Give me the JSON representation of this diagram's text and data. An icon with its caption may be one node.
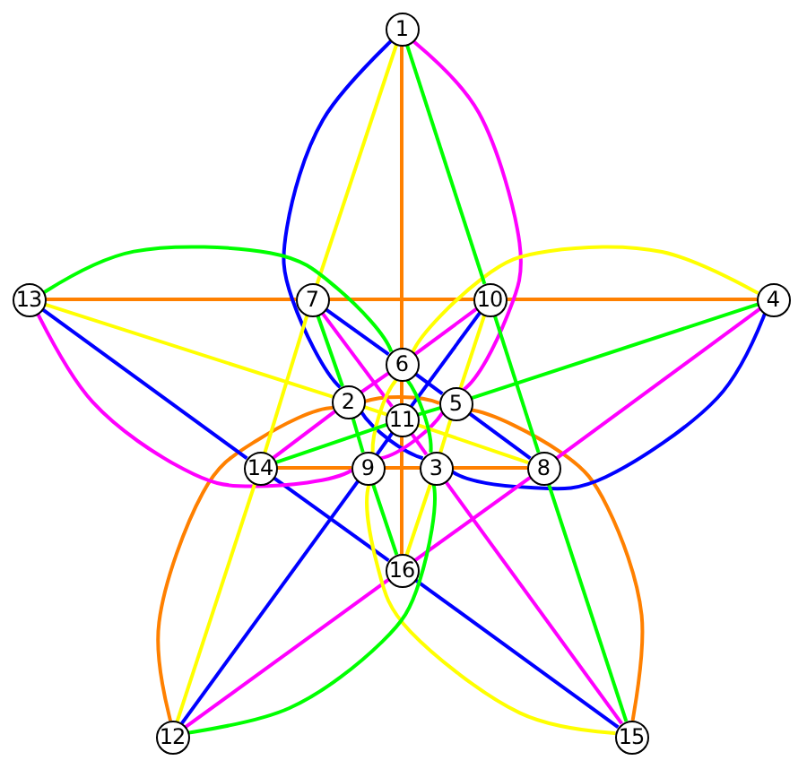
{
  "diagram": {
    "nodes": [
      {
        "text": [
          "1"
        ]
      },
      {
        "text": [
          "2"
        ]
      },
      {
        "text": [
          "3"
        ]
      },
      {
        "text": [
          "4"
        ]
      },
      {
        "text": [
          "5"
        ]
      },
      {
        "text": [
          "6"
        ]
      },
      {
        "text": [
          "7"
        ]
      },
      {
        "text": [
          "8"
        ]
      },
      {
        "text": [
          "9"
        ]
      },
      {
        "text": [
          "10"
        ]
      },
      {
        "text": [
          "11"
        ]
      },
      {
        "text": [
          "12"
        ]
      },
      {
        "text": [
          "13"
        ]
      },
      {
        "text": [
          "14"
        ]
      },
      {
        "text": [
          "15"
        ]
      },
      {
        "text": [
          "16"
        ]
      }
    ],
    "edges": [
      {
        "from": 0,
        "to": 5,
        "arrow": "none",
        "color": "#ff8000"
      },
      {
        "from": 5,
        "to": 10,
        "arrow": "none",
        "color": "#ff8000"
      },
      {
        "from": 10,
        "to": 15,
        "arrow": "none",
        "color": "#ff8000"
      },
      {
        "from": 12,
        "to": 6,
        "arrow": "none",
        "color": "#ff8000"
      },
      {
        "from": 6,
        "to": 9,
        "arrow": "none",
        "color": "#ff8000"
      },
      {
        "from": 9,
        "to": 3,
        "arrow": "none",
        "color": "#ff8000"
      },
      {
        "from": 13,
        "to": 8,
        "arrow": "none",
        "color": "#ff8000"
      },
      {
        "from": 8,
        "to": 2,
        "arrow": "none",
        "color": "#ff8000"
      },
      {
        "from": 2,
        "to": 7,
        "arrow": "none",
        "color": "#ff8000"
      },
      {
        "from": 14,
        "to": 4,
        "arrow": "none",
        "color": "#ff8000"
      },
      {
        "from": 4,
        "to": 1,
        "arrow": "none",
        "color": "#ff8000"
      },
      {
        "from": 1,
        "to": 11,
        "arrow": "none",
        "color": "#ff8000"
      },
      {
        "from": 0,
        "to": 1,
        "arrow": "none",
        "color": "#0000ff"
      },
      {
        "from": 1,
        "to": 2,
        "arrow": "none",
        "color": "#0000ff"
      },
      {
        "from": 2,
        "to": 3,
        "arrow": "none",
        "color": "#0000ff"
      },
      {
        "from": 12,
        "to": 13,
        "arrow": "none",
        "color": "#0000ff"
      },
      {
        "from": 13,
        "to": 15,
        "arrow": "none",
        "color": "#0000ff"
      },
      {
        "from": 15,
        "to": 14,
        "arrow": "none",
        "color": "#0000ff"
      },
      {
        "from": 6,
        "to": 5,
        "arrow": "none",
        "color": "#0000ff"
      },
      {
        "from": 5,
        "to": 4,
        "arrow": "none",
        "color": "#0000ff"
      },
      {
        "from": 4,
        "to": 7,
        "arrow": "none",
        "color": "#0000ff"
      },
      {
        "from": 9,
        "to": 10,
        "arrow": "none",
        "color": "#0000ff"
      },
      {
        "from": 10,
        "to": 8,
        "arrow": "none",
        "color": "#0000ff"
      },
      {
        "from": 8,
        "to": 11,
        "arrow": "none",
        "color": "#0000ff"
      },
      {
        "from": 3,
        "to": 7,
        "arrow": "none",
        "color": "#ff00ff"
      },
      {
        "from": 7,
        "to": 15,
        "arrow": "none",
        "color": "#ff00ff"
      },
      {
        "from": 15,
        "to": 11,
        "arrow": "none",
        "color": "#ff00ff"
      },
      {
        "from": 9,
        "to": 5,
        "arrow": "none",
        "color": "#ff00ff"
      },
      {
        "from": 5,
        "to": 1,
        "arrow": "none",
        "color": "#ff00ff"
      },
      {
        "from": 1,
        "to": 13,
        "arrow": "none",
        "color": "#ff00ff"
      },
      {
        "from": 12,
        "to": 8,
        "arrow": "none",
        "color": "#ff00ff"
      },
      {
        "from": 8,
        "to": 4,
        "arrow": "none",
        "color": "#ff00ff"
      },
      {
        "from": 4,
        "to": 0,
        "arrow": "none",
        "color": "#ff00ff"
      },
      {
        "from": 6,
        "to": 10,
        "arrow": "none",
        "color": "#ff00ff"
      },
      {
        "from": 10,
        "to": 2,
        "arrow": "none",
        "color": "#ff00ff"
      },
      {
        "from": 2,
        "to": 14,
        "arrow": "none",
        "color": "#ff00ff"
      },
      {
        "from": 0,
        "to": 6,
        "arrow": "none",
        "color": "#ffff00"
      },
      {
        "from": 6,
        "to": 13,
        "arrow": "none",
        "color": "#ffff00"
      },
      {
        "from": 13,
        "to": 11,
        "arrow": "none",
        "color": "#ffff00"
      },
      {
        "from": 12,
        "to": 1,
        "arrow": "none",
        "color": "#ffff00"
      },
      {
        "from": 1,
        "to": 10,
        "arrow": "none",
        "color": "#ffff00"
      },
      {
        "from": 10,
        "to": 7,
        "arrow": "none",
        "color": "#ffff00"
      },
      {
        "from": 3,
        "to": 5,
        "arrow": "none",
        "color": "#ffff00"
      },
      {
        "from": 5,
        "to": 8,
        "arrow": "none",
        "color": "#ffff00"
      },
      {
        "from": 8,
        "to": 14,
        "arrow": "none",
        "color": "#ffff00"
      },
      {
        "from": 9,
        "to": 4,
        "arrow": "none",
        "color": "#ffff00"
      },
      {
        "from": 4,
        "to": 2,
        "arrow": "none",
        "color": "#ffff00"
      },
      {
        "from": 2,
        "to": 15,
        "arrow": "none",
        "color": "#ffff00"
      },
      {
        "from": 11,
        "to": 2,
        "arrow": "none",
        "color": "#00ff00"
      },
      {
        "from": 2,
        "to": 5,
        "arrow": "none",
        "color": "#00ff00"
      },
      {
        "from": 5,
        "to": 12,
        "arrow": "none",
        "color": "#00ff00"
      },
      {
        "from": 0,
        "to": 9,
        "arrow": "none",
        "color": "#00ff00"
      },
      {
        "from": 9,
        "to": 7,
        "arrow": "none",
        "color": "#00ff00"
      },
      {
        "from": 7,
        "to": 14,
        "arrow": "none",
        "color": "#00ff00"
      },
      {
        "from": 3,
        "to": 4,
        "arrow": "none",
        "color": "#00ff00"
      },
      {
        "from": 4,
        "to": 10,
        "arrow": "none",
        "color": "#00ff00"
      },
      {
        "from": 10,
        "to": 13,
        "arrow": "none",
        "color": "#00ff00"
      },
      {
        "from": 6,
        "to": 1,
        "arrow": "none",
        "color": "#00ff00"
      },
      {
        "from": 1,
        "to": 8,
        "arrow": "none",
        "color": "#00ff00"
      },
      {
        "from": 8,
        "to": 15,
        "arrow": "none",
        "color": "#00ff00"
      }
    ]
  }
}
